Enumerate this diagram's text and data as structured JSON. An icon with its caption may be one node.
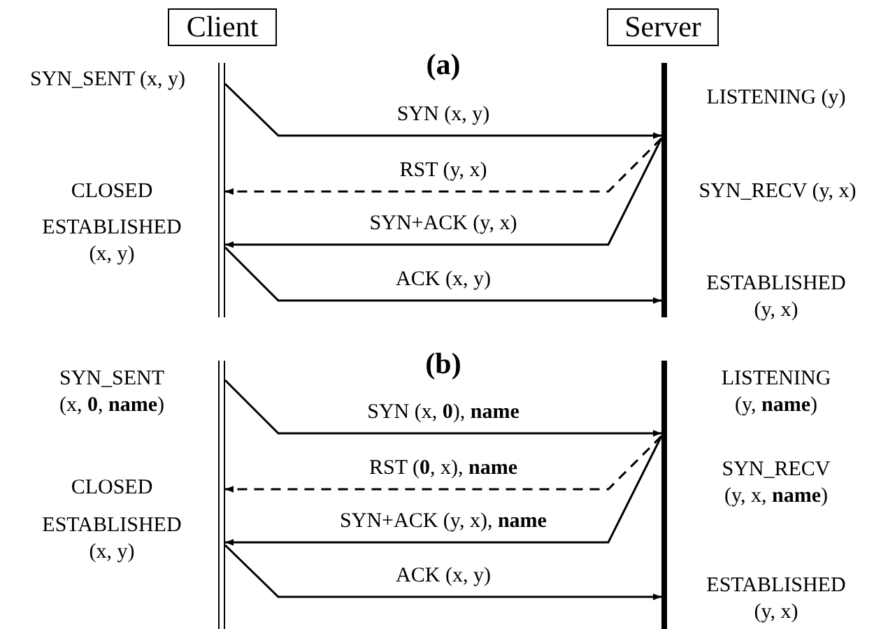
{
  "diagram": {
    "nodes": [
      {
        "text": [
          "Client"
        ]
      },
      {
        "text": [
          "Server"
        ]
      },
      {
        "text": [],
        "shape": "bar"
      },
      {
        "text": [],
        "shape": "bar"
      },
      {
        "text": [],
        "shape": "bar"
      },
      {
        "text": [],
        "shape": "bar"
      }
    ],
    "edges": [
      {
        "from": 2,
        "to": 3,
        "arrow": "to",
        "label": "SYN (x, y)"
      },
      {
        "from": 3,
        "to": 2,
        "arrow": "to",
        "label": "RST (y, x)",
        "style": "dashed"
      },
      {
        "from": 3,
        "to": 2,
        "arrow": "to",
        "label": "SYN+ACK (y, x)"
      },
      {
        "from": 2,
        "to": 3,
        "arrow": "to",
        "label": "ACK (x, y)"
      },
      {
        "from": 4,
        "to": 5,
        "arrow": "to",
        "label": "SYN (x, **0**), **name**"
      },
      {
        "from": 5,
        "to": 4,
        "arrow": "to",
        "label": "RST (**0**, x), **name**",
        "style": "dashed"
      },
      {
        "from": 5,
        "to": 4,
        "arrow": "to",
        "label": "SYN+ACK (y, x), **name**"
      },
      {
        "from": 4,
        "to": 5,
        "arrow": "to",
        "label": "ACK (x, y)"
      }
    ],
    "labels": [
      "(a)",
      "SYN_SENT (x, y)",
      "LISTENING (y)",
      "CLOSED",
      "SYN_RECV (y, x)",
      "ESTABLISHED (x, y)",
      "ESTABLISHED (y, x)",
      "(b)",
      "SYN_SENT (x, **0**, **name**)",
      "LISTENING (y, **name**)",
      "CLOSED",
      "SYN_RECV (y, x, **name**)",
      "ESTABLISHED (x, y)",
      "ESTABLISHED (y, x)"
    ]
  }
}
